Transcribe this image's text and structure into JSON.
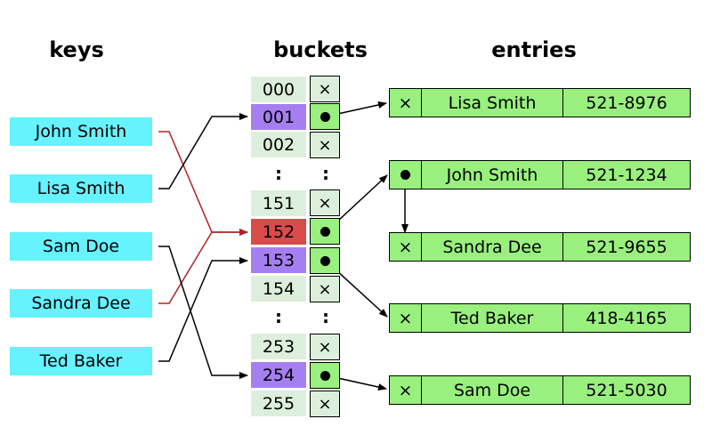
{
  "headings": {
    "keys": "keys",
    "buckets": "buckets",
    "entries": "entries"
  },
  "keys": [
    "John Smith",
    "Lisa Smith",
    "Sam Doe",
    "Sandra Dee",
    "Ted Baker"
  ],
  "buckets": [
    {
      "index": "000",
      "highlight": "none",
      "slot": "empty"
    },
    {
      "index": "001",
      "highlight": "purple",
      "slot": "pointer"
    },
    {
      "index": "002",
      "highlight": "none",
      "slot": "empty"
    },
    {
      "index": "151",
      "highlight": "none",
      "slot": "empty"
    },
    {
      "index": "152",
      "highlight": "red",
      "slot": "pointer"
    },
    {
      "index": "153",
      "highlight": "purple",
      "slot": "pointer"
    },
    {
      "index": "154",
      "highlight": "none",
      "slot": "empty"
    },
    {
      "index": "253",
      "highlight": "none",
      "slot": "empty"
    },
    {
      "index": "254",
      "highlight": "purple",
      "slot": "pointer"
    },
    {
      "index": "255",
      "highlight": "none",
      "slot": "empty"
    }
  ],
  "ellipsis": ":",
  "empty_symbol": "×",
  "entries": [
    {
      "name": "Lisa Smith",
      "phone": "521-8976",
      "next": "empty"
    },
    {
      "name": "John Smith",
      "phone": "521-1234",
      "next": "pointer"
    },
    {
      "name": "Sandra Dee",
      "phone": "521-9655",
      "next": "empty"
    },
    {
      "name": "Ted Baker",
      "phone": "418-4165",
      "next": "empty"
    },
    {
      "name": "Sam Doe",
      "phone": "521-5030",
      "next": "empty"
    }
  ],
  "colors": {
    "key_fill": "#66f2ff",
    "bucket_fill": "#dcefdc",
    "bucket_highlight": "#a57ff2",
    "bucket_collision": "#d94b4b",
    "entry_fill": "#99f07f",
    "collision_wire": "#b22222",
    "wire": "#000000"
  },
  "mappings": [
    {
      "key": "John Smith",
      "bucket": "152",
      "collision": true
    },
    {
      "key": "Lisa Smith",
      "bucket": "001",
      "collision": false
    },
    {
      "key": "Sam Doe",
      "bucket": "254",
      "collision": false
    },
    {
      "key": "Sandra Dee",
      "bucket": "152",
      "collision": true
    },
    {
      "key": "Ted Baker",
      "bucket": "153",
      "collision": false
    }
  ]
}
